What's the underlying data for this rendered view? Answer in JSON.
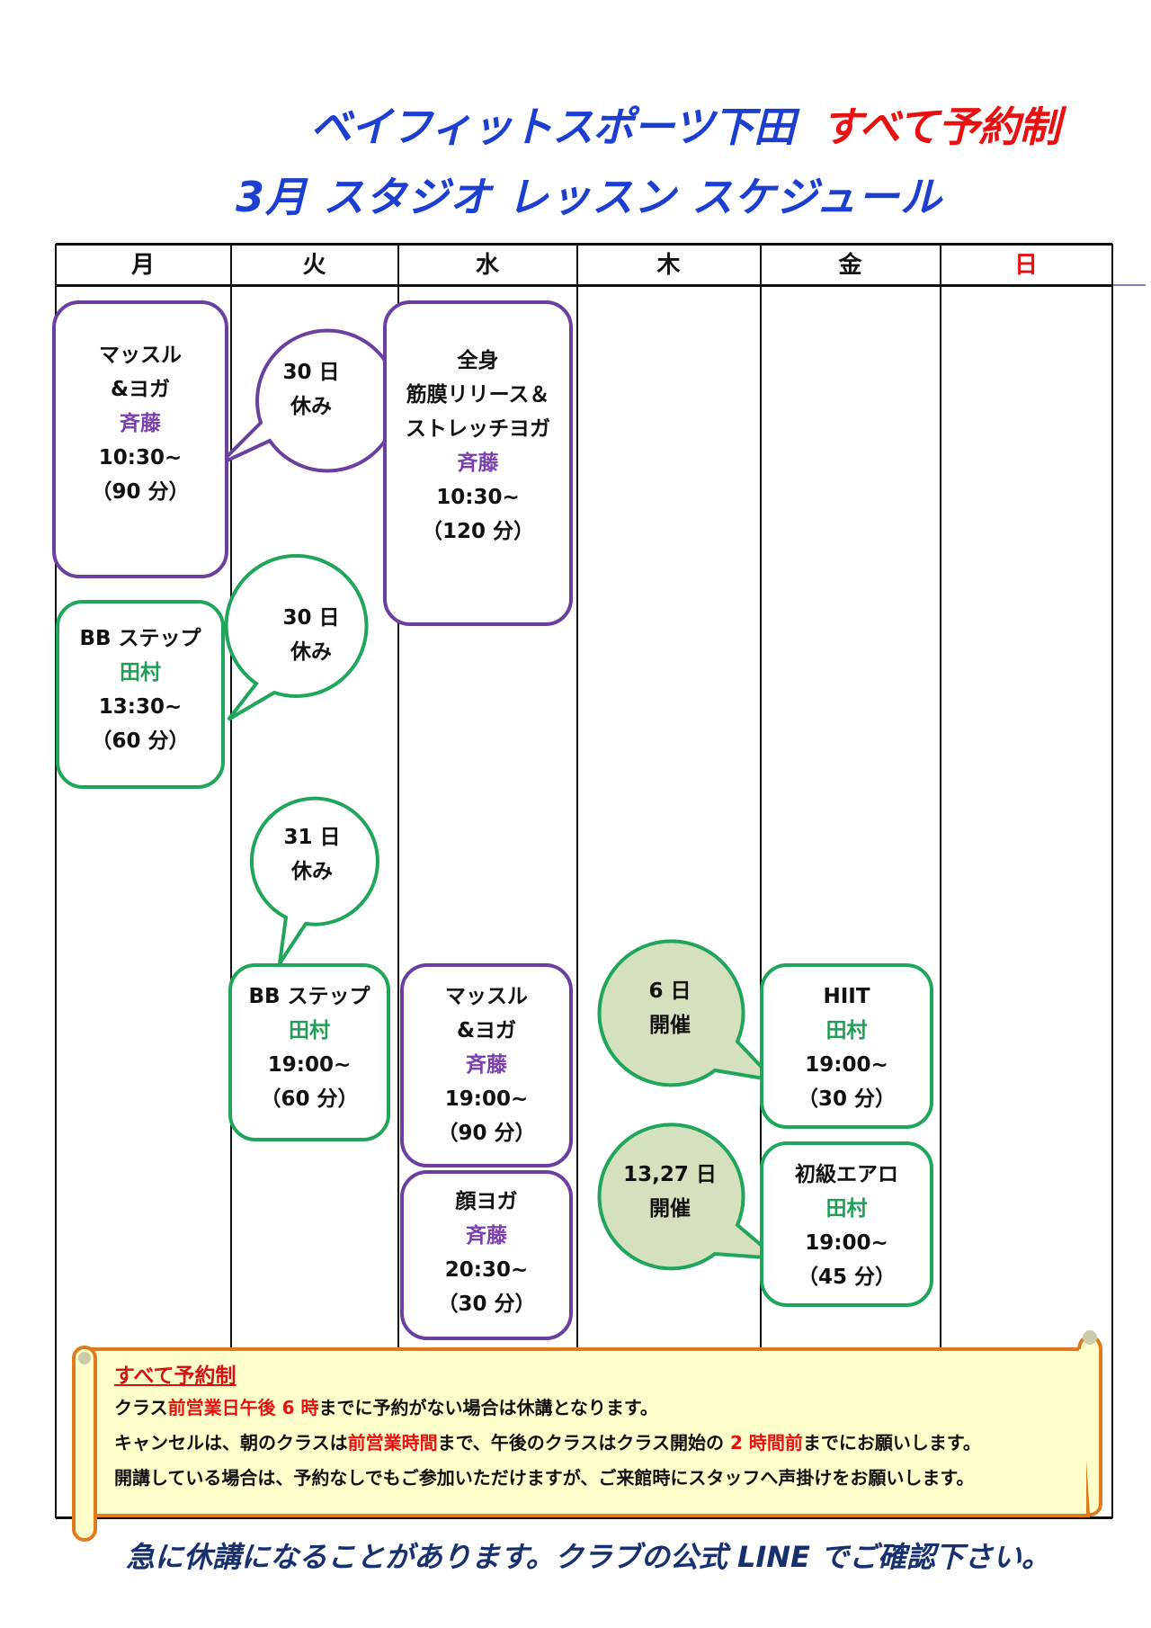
{
  "header": {
    "gym_name": "ベイフィットスポーツ下田",
    "reservation": "すべて予約制",
    "subtitle": "3月 スタジオ レッスン スケジュール"
  },
  "days": [
    "月",
    "火",
    "水",
    "木",
    "金",
    "日"
  ],
  "colors": {
    "purple": "#6b3fa0",
    "green": "#1fa65a",
    "sunday": "#e81010",
    "bubble_fill": "#d5e0bf"
  },
  "lessons": {
    "mon_am": {
      "l1": "マッスル",
      "l2": "&ヨガ",
      "instructor": "斉藤",
      "time": "10:30~",
      "duration": "（90 分）"
    },
    "mon_pm": {
      "l1": "BB ステップ",
      "instructor": "田村",
      "time": "13:30~",
      "duration": "（60 分）"
    },
    "wed_am": {
      "l1": "全身",
      "l2": "筋膜リリース＆",
      "l3": "ストレッチヨガ",
      "instructor": "斉藤",
      "time": "10:30~",
      "duration": "（120 分）"
    },
    "tue_eve": {
      "l1": "BB ステップ",
      "instructor": "田村",
      "time": "19:00~",
      "duration": "（60 分）"
    },
    "wed_eve1": {
      "l1": "マッスル",
      "l2": "&ヨガ",
      "instructor": "斉藤",
      "time": "19:00~",
      "duration": "（90 分）"
    },
    "wed_eve2": {
      "l1": "顔ヨガ",
      "instructor": "斉藤",
      "time": "20:30~",
      "duration": "（30 分）"
    },
    "fri_eve1": {
      "l1": "HIIT",
      "instructor": "田村",
      "time": "19:00~",
      "duration": "（30 分）"
    },
    "fri_eve2": {
      "l1": "初級エアロ",
      "instructor": "田村",
      "time": "19:00~",
      "duration": "（45 分）"
    }
  },
  "bubbles": {
    "b1": {
      "l1": "30 日",
      "l2": "休み"
    },
    "b2": {
      "l1": "30 日",
      "l2": "休み"
    },
    "b3": {
      "l1": "31 日",
      "l2": "休み"
    },
    "b4": {
      "l1": "6 日",
      "l2": "開催"
    },
    "b5": {
      "l1": "13,27 日",
      "l2": "開催"
    }
  },
  "notice": {
    "heading": "すべて予約制",
    "line1": [
      "クラス",
      "前営業日午後 6 時",
      "までに予約がない場合は休講となります。"
    ],
    "line2": [
      "キャンセルは、朝のクラスは",
      "前営業時間",
      "まで、午後のクラスはクラス開始の ",
      "2 時間前",
      "までにお願いします。"
    ],
    "line3": "開講している場合は、予約なしでもご参加いただけますが、ご来館時にスタッフへ声掛けをお願いします。"
  },
  "footer": "急に休講になることがあります。クラブの公式 LINE でご確認下さい。"
}
